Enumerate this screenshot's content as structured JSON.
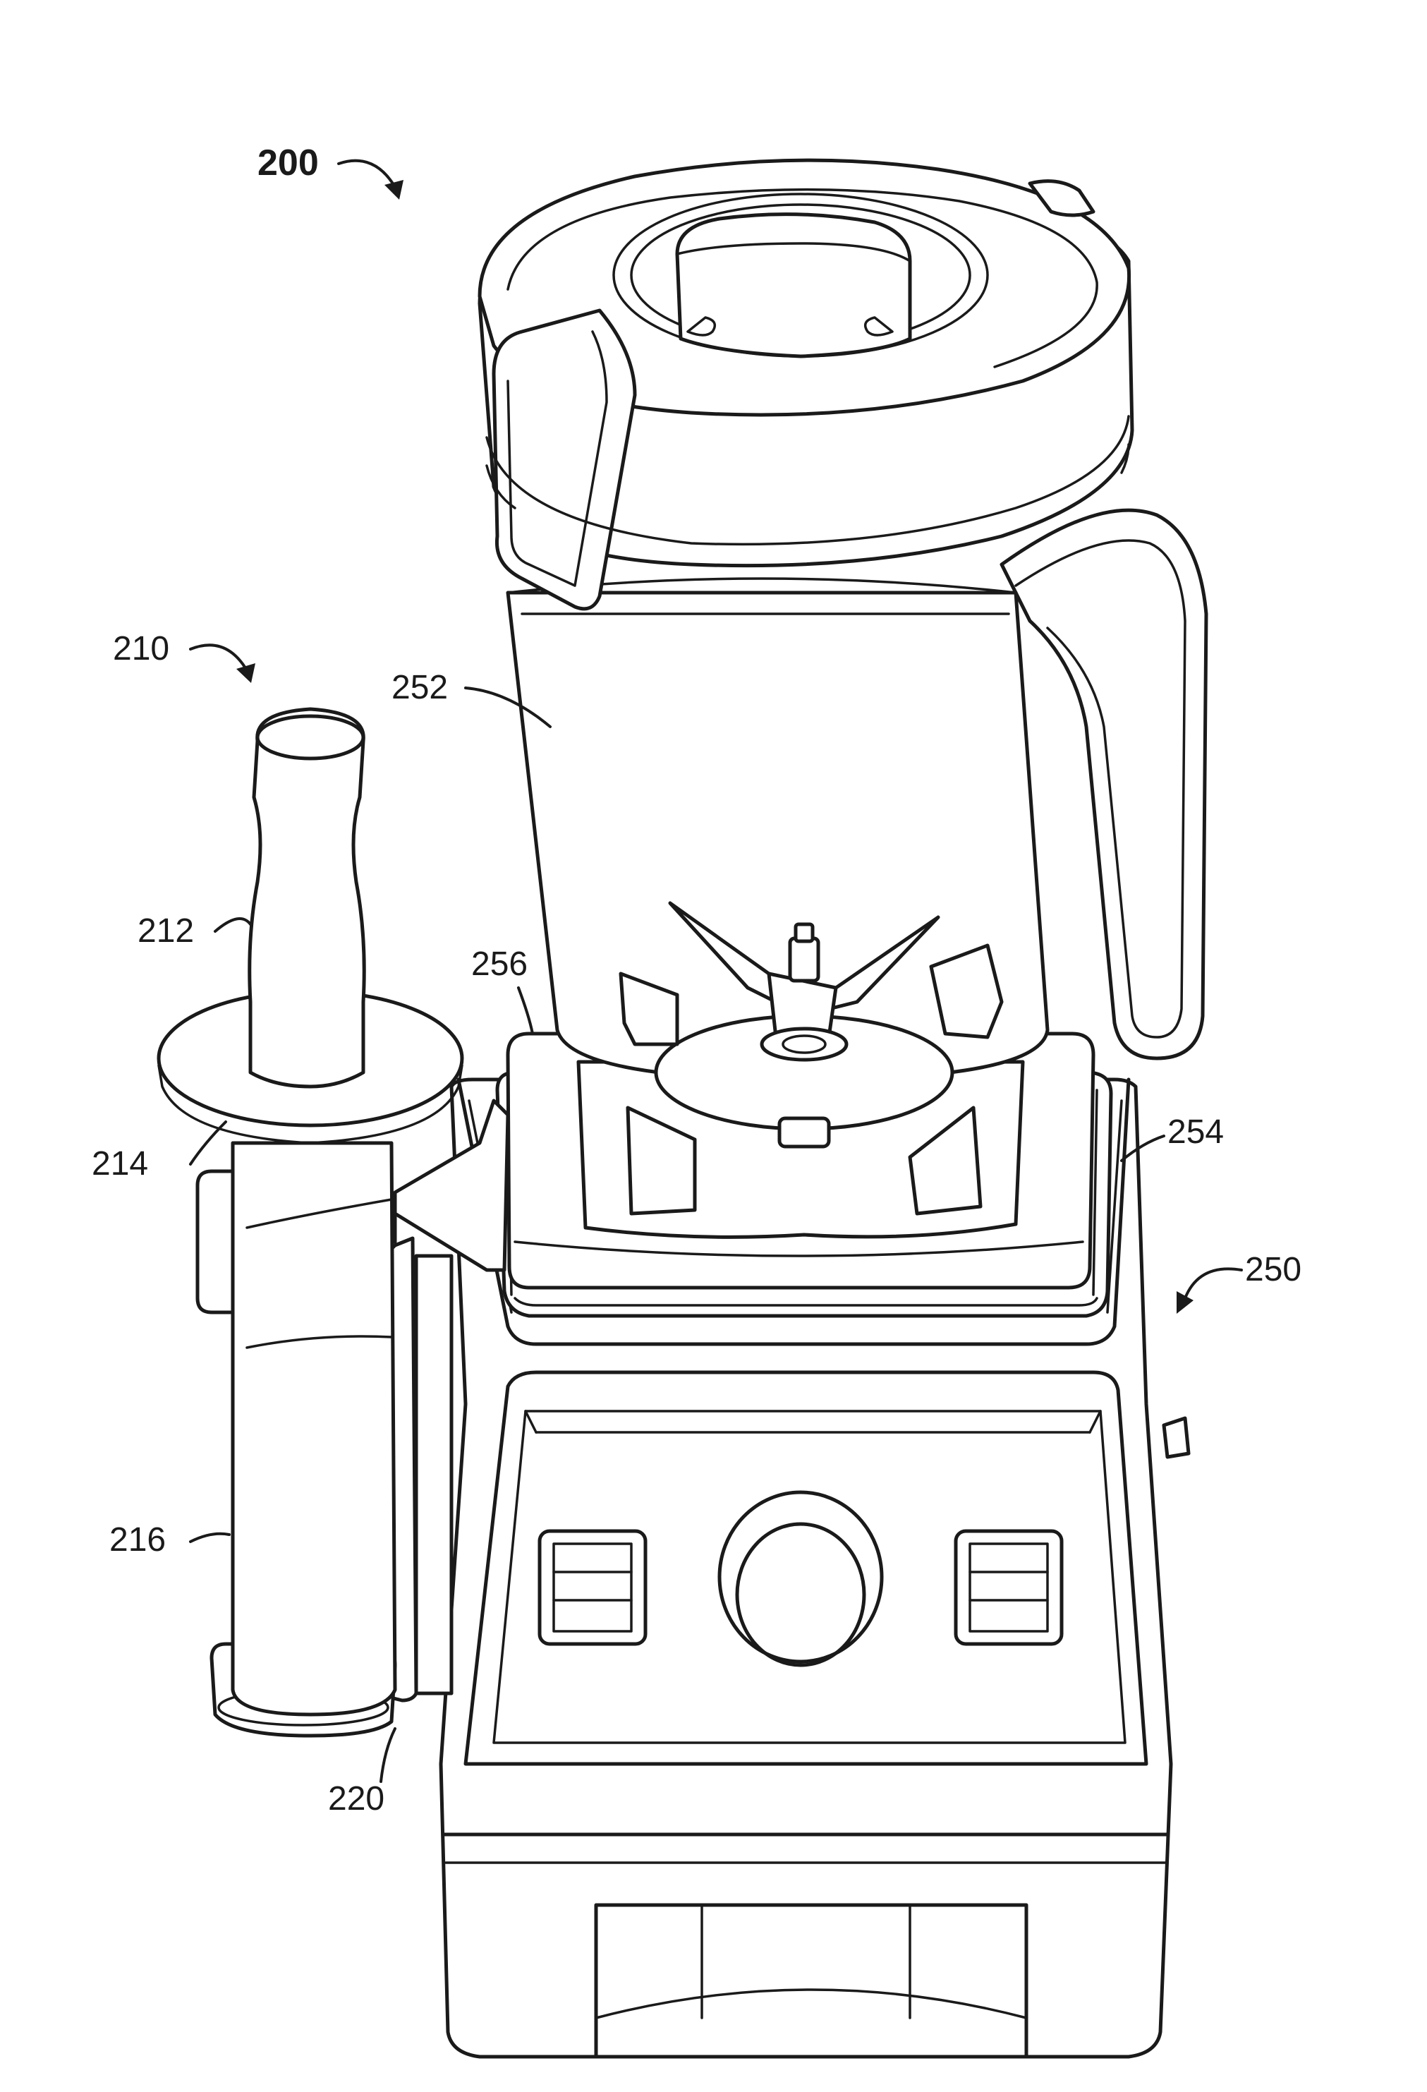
{
  "figure": {
    "labels": {
      "assembly": "200",
      "tamper_assembly": "210",
      "tamper_handle": "212",
      "tamper_disc": "214",
      "tamper_shaft": "216",
      "holder": "220",
      "blender": "250",
      "container": "252",
      "base_pad": "254",
      "container_base": "256"
    }
  }
}
